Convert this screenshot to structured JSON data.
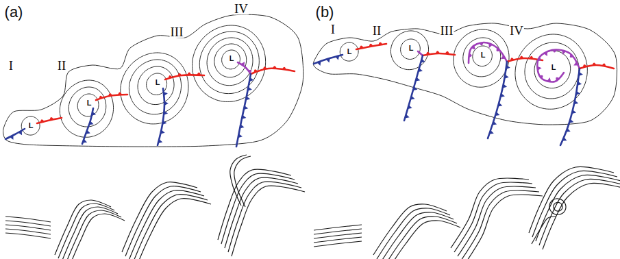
{
  "diagram": {
    "labels": [
      "(a)",
      "I",
      "II",
      "III",
      "IV",
      "L",
      "L",
      "L",
      "L",
      "(b)",
      "I",
      "II",
      "III",
      "IV",
      "L",
      "L",
      "L",
      "L"
    ]
  }
}
